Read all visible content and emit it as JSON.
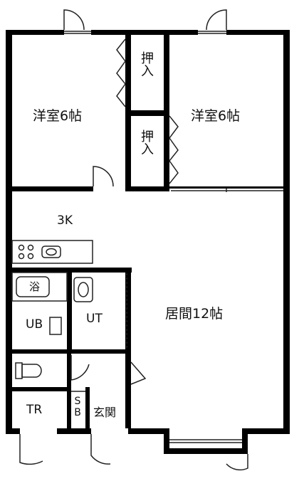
{
  "rooms": {
    "western_room_left": "洋室6帖",
    "western_room_right": "洋室6帖",
    "closet_upper": "押入",
    "closet_lower": "押入",
    "kitchen": "3K",
    "living": "居間12帖",
    "bath_sign": "浴",
    "unit_bath": "UB",
    "utility": "UT",
    "trunk_room": "TR",
    "shoe_box": "SB",
    "entrance": "玄関"
  },
  "colors": {
    "wall": "#000000",
    "background": "#ffffff",
    "line": "#222222"
  }
}
